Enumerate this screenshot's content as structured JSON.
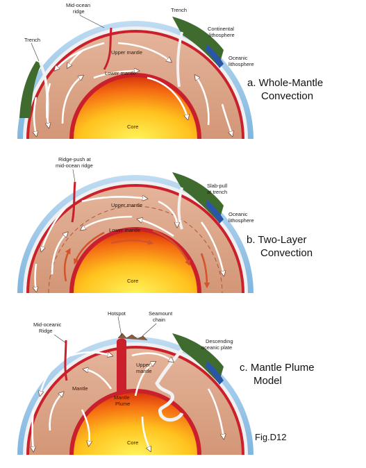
{
  "diagram_a": {
    "labels": {
      "mid_ocean_ridge_1": "Mid-ocean",
      "mid_ocean_ridge_2": "ridge",
      "trench_left": "Trench",
      "trench_right": "Trench",
      "continental_1": "Continental",
      "continental_2": "lithosphere",
      "oceanic_1": "Oceanic",
      "oceanic_2": "lithosphere",
      "upper_mantle": "Upper mantle",
      "lower_mantle": "Lower mantle",
      "core": "Core"
    },
    "caption_line1": "a. Whole-Mantle",
    "caption_line2": "Convection"
  },
  "diagram_b": {
    "labels": {
      "ridge_push_1": "Ridge-push at",
      "ridge_push_2": "mid-ocean ridge",
      "slab_pull_1": "Slab-pull",
      "slab_pull_2": "at trench",
      "oceanic_1": "Oceanic",
      "oceanic_2": "lithosphere",
      "upper_mantle": "Upper mantle",
      "lower_mantle": "Lower mantle",
      "core": "Core"
    },
    "caption_line1": "b. Two-Layer",
    "caption_line2": "Convection"
  },
  "diagram_c": {
    "labels": {
      "hotspot": "Hotspot",
      "seamount_1": "Seamount",
      "seamount_2": "chain",
      "mid_oceanic_1": "Mid-oceanic",
      "mid_oceanic_2": "Ridge",
      "descending_1": "Descending",
      "descending_2": "oceanic plate",
      "upper_mantle_1": "Upper",
      "upper_mantle_2": "mantle",
      "mantle": "Mantle",
      "plume_1": "Mantle",
      "plume_2": "Plume",
      "core": "Core"
    },
    "caption_line1": "c. Mantle Plume",
    "caption_line2": "Model"
  },
  "figure_label": "Fig.D12",
  "colors": {
    "ocean": "#8ec3e8",
    "lithosphere": "#f2f2f2",
    "mantle": "#d9a184",
    "red_band": "#cc1d2a",
    "core_center": "#ffe23a",
    "core_edge": "#f05a14",
    "continent": "#3f6b2e"
  }
}
